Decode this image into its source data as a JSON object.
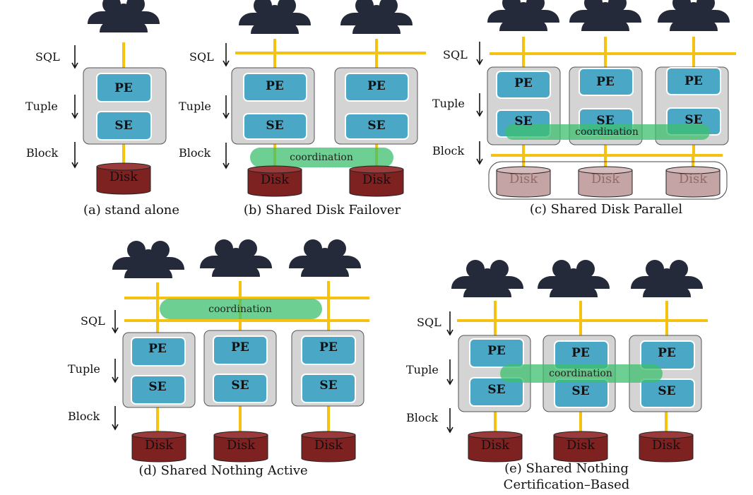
{
  "labels": {
    "sql": "SQL",
    "tuple": "Tuple",
    "block": "Block",
    "pe": "PE",
    "se": "SE",
    "disk": "Disk",
    "coordination": "coordination"
  },
  "captions": {
    "a": "(a) stand alone",
    "b": "(b) Shared Disk Failover",
    "c": "(c) Shared Disk Parallel",
    "d": "(d) Shared Nothing Active",
    "e_line1": "(e) Shared Nothing",
    "e_line2": "Certification–Based"
  },
  "colors": {
    "bus": "#f5c211",
    "node_fill": "#d4d4d4",
    "engine_fill": "#4aa8c6",
    "disk_fill": "#7d2121",
    "disk_faded_fill": "#c4a4a4",
    "coordination_fill": "#3cc06e",
    "user_fill": "#252a3a"
  },
  "icons": {
    "user": "user-group-icon",
    "arrow": "down-arrow-icon",
    "disk": "disk-cylinder-icon"
  }
}
